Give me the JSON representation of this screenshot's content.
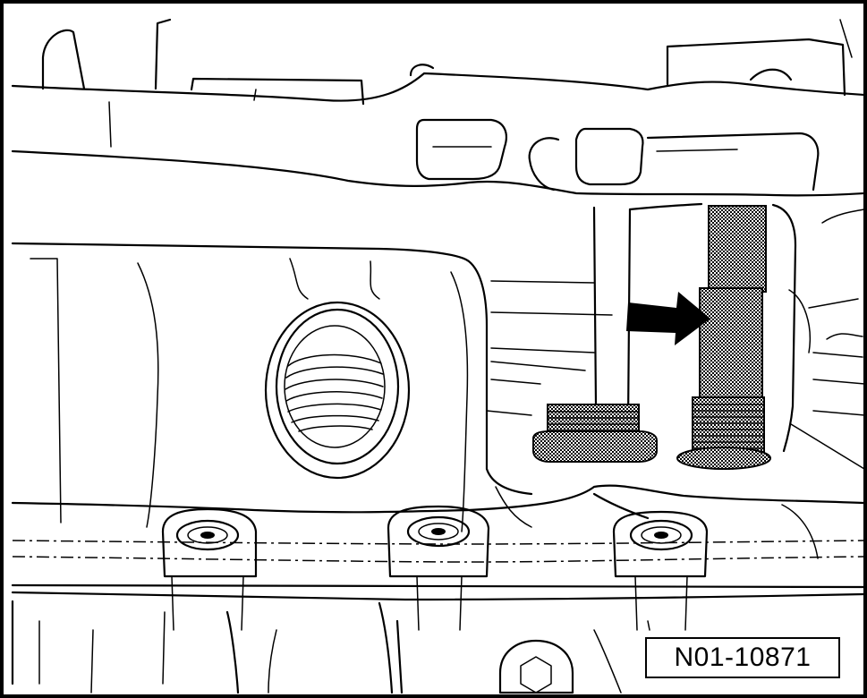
{
  "figure": {
    "reference_number": "N01-10871",
    "colors": {
      "line": "#000000",
      "background": "#ffffff",
      "shading": "#9a9a9a"
    },
    "parts": {
      "arrow": "arrow-icon",
      "threaded_bolt": "threaded-bolt",
      "threaded_plug": "threaded-plug",
      "threaded_bore": "threaded-bore",
      "pan_bolts": "pan-bolt"
    }
  }
}
